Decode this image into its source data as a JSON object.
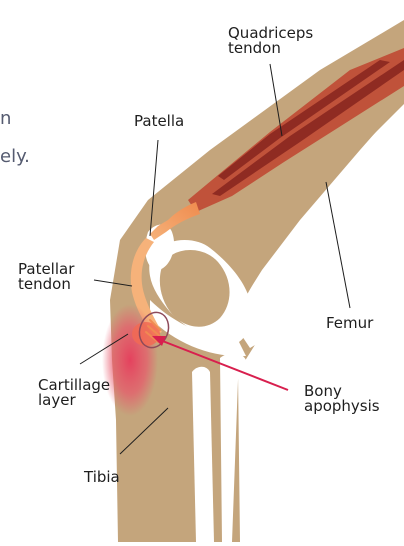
{
  "labels": {
    "quadriceps_tendon": [
      "Quadriceps",
      "tendon"
    ],
    "patella": "Patella",
    "patellar_tendon": [
      "Patellar",
      "tendon"
    ],
    "femur": "Femur",
    "cartilage_layer": [
      "Cartillage",
      "layer"
    ],
    "bony_apophysis": [
      "Bony",
      "apophysis"
    ],
    "tibia": "Tibia"
  },
  "cut_text": {
    "line1": "n",
    "line2": "ely."
  },
  "colors": {
    "bone": "#c4a57c",
    "bone_dark": "#b08f63",
    "background": "#ffffff",
    "muscle": "#c0523a",
    "muscle_dark": "#8f2b22",
    "tendon": "#f0a067",
    "inflammation": "#e8566a",
    "pointer": "#d81f4e"
  }
}
